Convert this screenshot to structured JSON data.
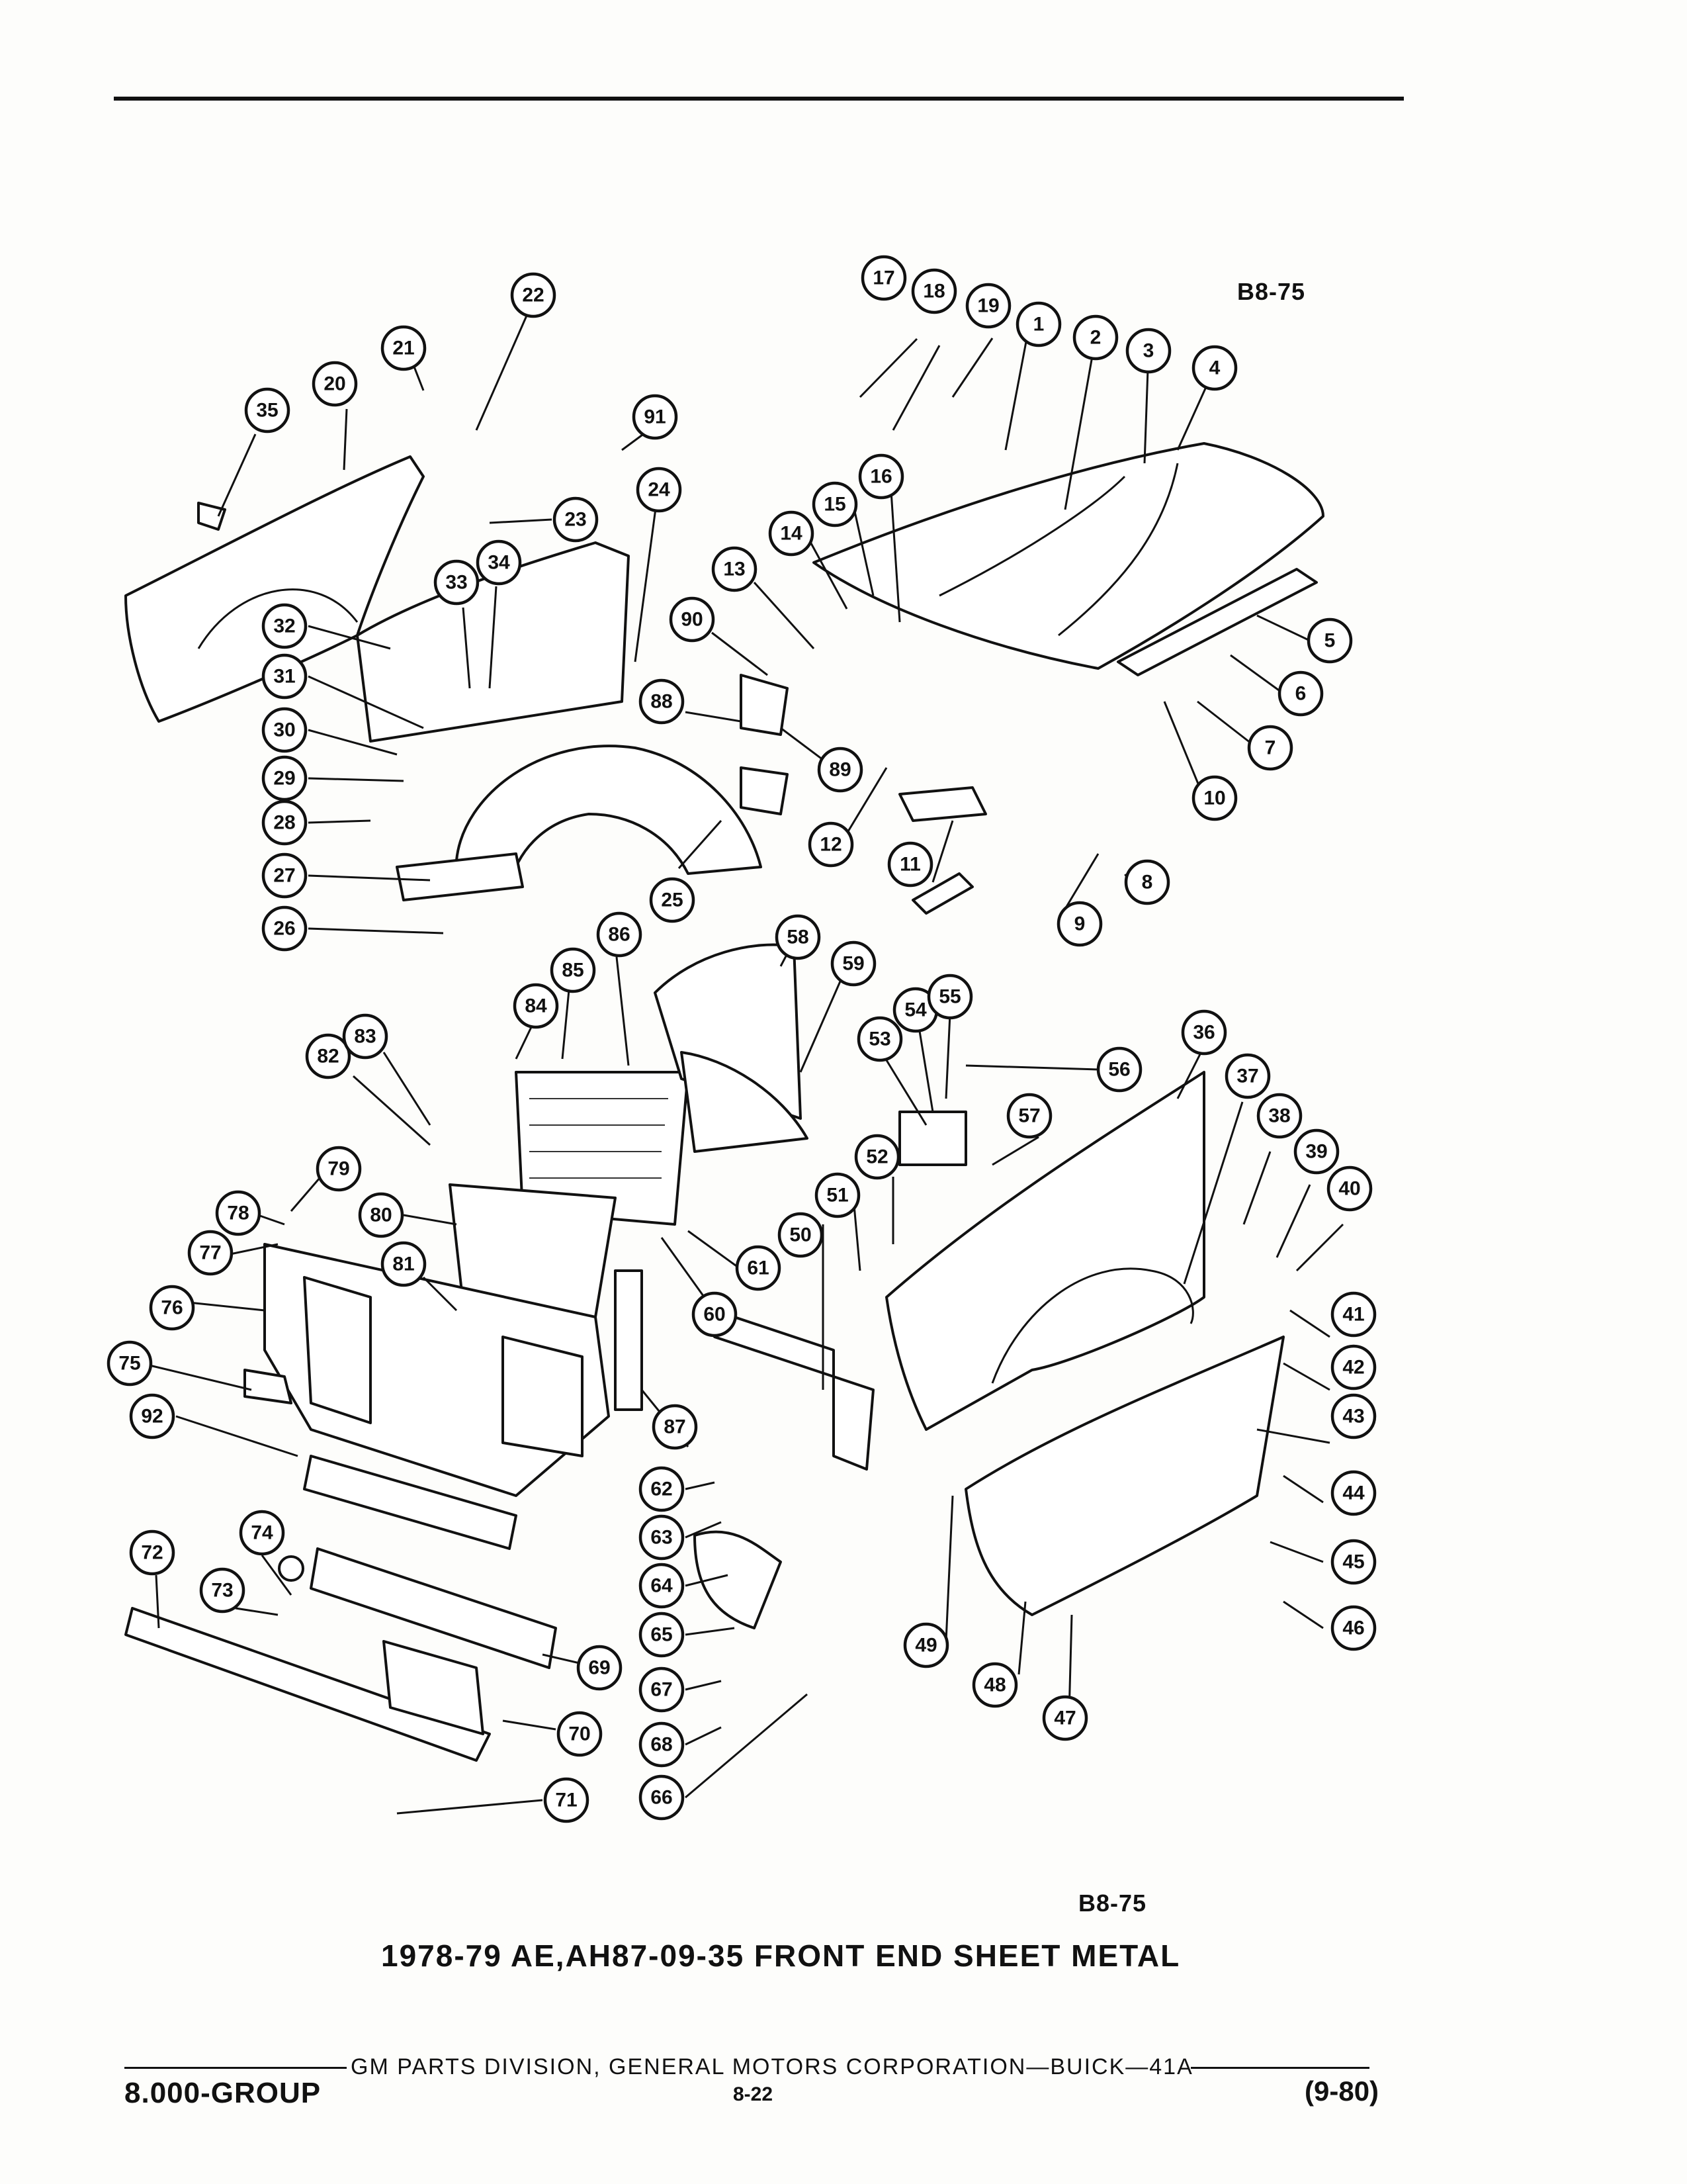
{
  "figure_code_top": "B8-75",
  "figure_code_bottom": "B8-75",
  "title": "1978-79 AE,AH87-09-35 FRONT END SHEET METAL",
  "footer": {
    "credit": "GM PARTS DIVISION, GENERAL MOTORS CORPORATION—BUICK—41A",
    "group": "8.000-GROUP",
    "page": "8-22",
    "date_code": "(9-80)"
  },
  "callouts": [
    "1",
    "2",
    "3",
    "4",
    "5",
    "6",
    "7",
    "8",
    "9",
    "10",
    "11",
    "12",
    "13",
    "14",
    "15",
    "16",
    "17",
    "18",
    "19",
    "20",
    "21",
    "22",
    "23",
    "24",
    "25",
    "26",
    "27",
    "28",
    "29",
    "30",
    "31",
    "32",
    "33",
    "34",
    "35",
    "36",
    "37",
    "38",
    "39",
    "40",
    "41",
    "42",
    "43",
    "44",
    "45",
    "46",
    "47",
    "48",
    "49",
    "50",
    "51",
    "52",
    "53",
    "54",
    "55",
    "56",
    "57",
    "58",
    "59",
    "60",
    "61",
    "62",
    "63",
    "64",
    "65",
    "66",
    "67",
    "68",
    "69",
    "70",
    "71",
    "72",
    "73",
    "74",
    "75",
    "76",
    "77",
    "78",
    "79",
    "80",
    "81",
    "82",
    "83",
    "84",
    "85",
    "86",
    "87",
    "88",
    "89",
    "90",
    "91",
    "92"
  ]
}
